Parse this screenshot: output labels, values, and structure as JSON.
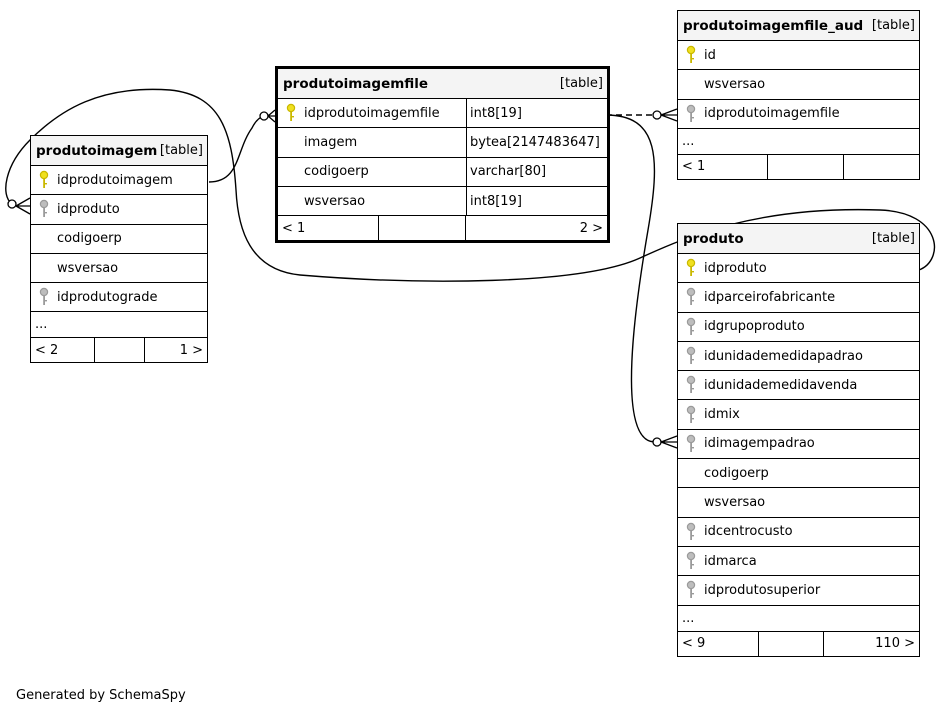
{
  "footer": {
    "credit": "Generated by SchemaSpy"
  },
  "colors": {
    "primary_key": "#f0e020",
    "foreign_key": "#bdbdbd",
    "header_bg": "#f4f4f4"
  },
  "tables": {
    "produtoimagem": {
      "name": "produtoimagem",
      "kind": "[table]",
      "columns": [
        {
          "name": "idprodutoimagem",
          "key": "primary"
        },
        {
          "name": "idproduto",
          "key": "foreign"
        },
        {
          "name": "codigoerp",
          "key": "none"
        },
        {
          "name": "wsversao",
          "key": "none"
        },
        {
          "name": "idprodutograde",
          "key": "foreign"
        }
      ],
      "more": "...",
      "parents": "< 2",
      "children": "1 >"
    },
    "produtoimagemfile": {
      "name": "produtoimagemfile",
      "kind": "[table]",
      "columns": [
        {
          "name": "idprodutoimagemfile",
          "type": "int8[19]",
          "key": "primary"
        },
        {
          "name": "imagem",
          "type": "bytea[2147483647]",
          "key": "none"
        },
        {
          "name": "codigoerp",
          "type": "varchar[80]",
          "key": "none"
        },
        {
          "name": "wsversao",
          "type": "int8[19]",
          "key": "none"
        }
      ],
      "parents": "< 1",
      "children": "2 >"
    },
    "produtoimagemfile_aud": {
      "name": "produtoimagemfile_aud",
      "kind": "[table]",
      "columns": [
        {
          "name": "id",
          "key": "primary"
        },
        {
          "name": "wsversao",
          "key": "none"
        },
        {
          "name": "idprodutoimagemfile",
          "key": "foreign"
        }
      ],
      "more": "...",
      "parents": "< 1",
      "children": ""
    },
    "produto": {
      "name": "produto",
      "kind": "[table]",
      "columns": [
        {
          "name": "idproduto",
          "key": "primary"
        },
        {
          "name": "idparceirofabricante",
          "key": "foreign"
        },
        {
          "name": "idgrupoproduto",
          "key": "foreign"
        },
        {
          "name": "idunidademedidapadrao",
          "key": "foreign"
        },
        {
          "name": "idunidademedidavenda",
          "key": "foreign"
        },
        {
          "name": "idmix",
          "key": "foreign"
        },
        {
          "name": "idimagempadrao",
          "key": "foreign"
        },
        {
          "name": "codigoerp",
          "key": "none"
        },
        {
          "name": "wsversao",
          "key": "none"
        },
        {
          "name": "idcentrocusto",
          "key": "foreign"
        },
        {
          "name": "idmarca",
          "key": "foreign"
        },
        {
          "name": "idprodutosuperior",
          "key": "foreign"
        }
      ],
      "more": "...",
      "parents": "< 9",
      "children": "110 >"
    }
  }
}
